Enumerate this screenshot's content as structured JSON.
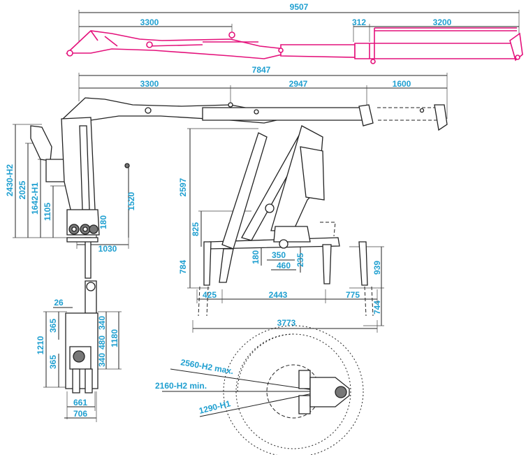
{
  "colors": {
    "dimension_text": "#1f9fd0",
    "extended_boom": "#e4117b",
    "outline": "#222222"
  },
  "top_view": {
    "overall": "9507",
    "seg_a": "3300",
    "seg_b": "312",
    "seg_c": "3200"
  },
  "side_view": {
    "overall": "7847",
    "seg_a": "3300",
    "seg_b": "2947",
    "seg_c": "1600"
  },
  "column_view": {
    "h_total": "2430-H2",
    "h_a": "2025",
    "h_b": "1642-H1",
    "h_c": "1105",
    "reach": "1520",
    "base": "180",
    "width": "1030"
  },
  "stabilizer_view": {
    "height": "2597",
    "h_a": "825",
    "h_b": "784",
    "h_c": "180",
    "w_a": "350",
    "w_b": "460",
    "w_c": "235",
    "h_right": "939",
    "h_down": "744",
    "span_a": "425",
    "span_b": "2443",
    "span_c": "775",
    "span_total": "3773"
  },
  "plan_view": {
    "top_w": "26",
    "h_a": "365",
    "h_b": "1210",
    "h_c": "365",
    "h_d": "340",
    "h_e": "480",
    "h_f": "340",
    "h_g": "1180",
    "w_a": "661",
    "w_b": "706"
  },
  "swing_view": {
    "r_max": "2560-H2 max.",
    "r_min": "2160-H2 min.",
    "r_inner": "1290-H1"
  }
}
